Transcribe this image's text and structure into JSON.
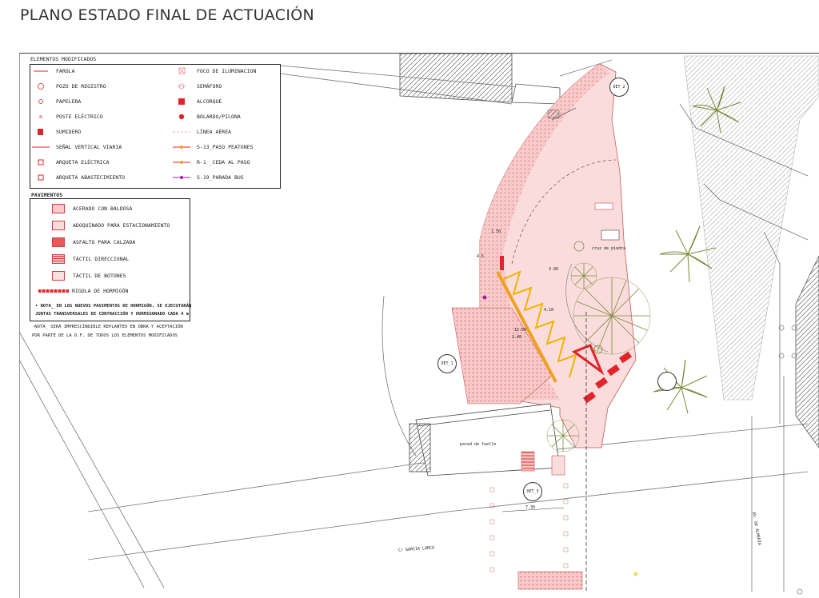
{
  "title": "PLANO ESTADO FINAL DE ACTUACIÓN",
  "legend": {
    "header": "ELEMENTOS MODIFICADOS",
    "left": [
      {
        "label": "FAROLA",
        "icon": "lamp-icon"
      },
      {
        "label": "POZO DE REGISTRO",
        "icon": "manhole-icon"
      },
      {
        "label": "PAPELERA",
        "icon": "bin-icon"
      },
      {
        "label": "POSTE ELÉCTRICO",
        "icon": "electric-pole-icon"
      },
      {
        "label": "SUMIDERO",
        "icon": "drain-icon"
      },
      {
        "label": "SEÑAL VERTICAL VIARIA",
        "icon": "road-sign-icon"
      },
      {
        "label": "ARQUETA ELÉCTRICA",
        "icon": "electric-box-icon"
      },
      {
        "label": "ARQUETA ABASTECIMIENTO",
        "icon": "water-box-icon"
      }
    ],
    "right": [
      {
        "label": "FOCO DE ILUMINACION",
        "icon": "spotlight-icon"
      },
      {
        "label": "SEMÁFORO",
        "icon": "traffic-light-icon"
      },
      {
        "label": "ALCORQUE",
        "icon": "tree-pit-icon"
      },
      {
        "label": "BOLARDO/PILONA",
        "icon": "bollard-icon"
      },
      {
        "label": "LÍNEA AÉREA",
        "icon": "aerial-line-icon"
      },
      {
        "label": "S-13_PASO PEATONES",
        "icon": "crosswalk-sign-icon"
      },
      {
        "label": "R-1 _CEDA AL PASO",
        "icon": "yield-sign-icon"
      },
      {
        "label": "S-19_PARADA BUS",
        "icon": "bus-stop-icon"
      }
    ]
  },
  "pavements": {
    "header": "PAVIMENTOS",
    "items": [
      {
        "label": "ACERADO CON BALDOSA"
      },
      {
        "label": "ADOQUINADO PARA ESTACIONAMIENTO"
      },
      {
        "label": "ASFALTO PARA CALZADA"
      },
      {
        "label": "TÁCTIL DIRECCIONAL"
      },
      {
        "label": "TÁCTIL DE BOTONES"
      },
      {
        "label": "RIGOLA DE HORMIGÓN"
      }
    ],
    "note_line1": "• NOTA_ EN LOS NUEVOS PAVIMENTOS DE HORMIGÓN, SE EJECUTARÁN",
    "note_line2": "JUNTAS TRANSVERSALES DE CONTRACCIÓN Y HORMIGONADO CADA 4 m."
  },
  "general_note_line1": "-NOTA_ SERÁ IMPRESCINDIBLE REPLANTEO EN OBRA Y ACEPTACIÓN",
  "general_note_line2": "POR PARTE DE LA D.F. DE TODOS LOS ELEMENTOS MODIFICADOS",
  "plan_labels": {
    "det1": "DET_1",
    "det2": "DET_2",
    "det3": "DET_3",
    "cruz": "cruz de piedra",
    "pared": "pared de fuelle",
    "street": "C/ GARCÍA LORCA",
    "avenue": "AV. DE ALMERÍA",
    "dim_150": "1.50",
    "dim_410": "4.10",
    "dim_300": "3.00",
    "dim_1200": "12.00",
    "dim_240": "2.40",
    "dim_730": "7.30",
    "dim_45": "4.5"
  },
  "colors": {
    "pink_fill": "#f9d2d2",
    "red": "#e0242a",
    "orange": "#f0a020",
    "zigzag": "#f2b300",
    "palm": "#7a8a3a"
  }
}
